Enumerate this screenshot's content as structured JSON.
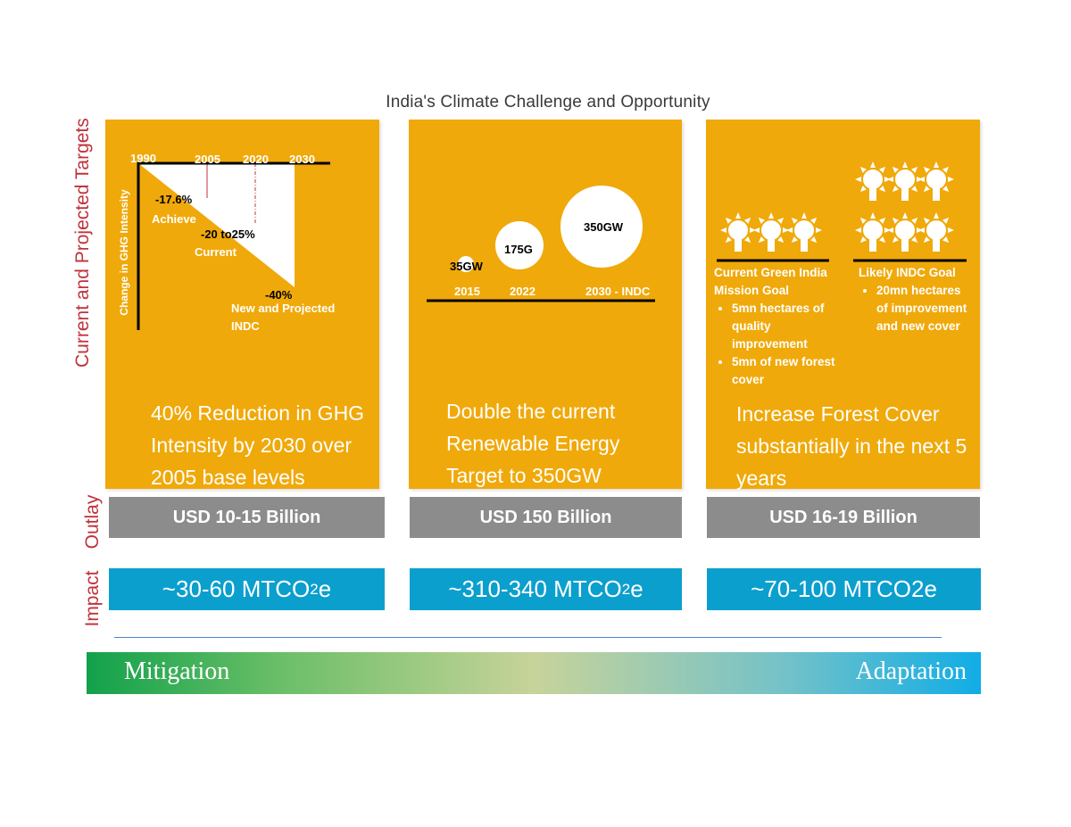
{
  "title": "India's Climate Challenge and Opportunity",
  "row_labels": {
    "targets": "Current and Projected Targets",
    "outlay": "Outlay",
    "impact": "Impact"
  },
  "panel1": {
    "years": [
      "1990",
      "2005",
      "2020",
      "2030"
    ],
    "ylabel": "Change in GHG Intensity",
    "points": [
      {
        "value": "-17.6%",
        "label": "Achieve"
      },
      {
        "value": "-20 to25%",
        "label": "Current"
      },
      {
        "value": "-40%",
        "label1": "New and Projected",
        "label2": "INDC"
      }
    ],
    "caption": [
      "40% Reduction in GHG",
      "Intensity by 2030 over",
      "2005 base levels"
    ]
  },
  "panel2": {
    "bubbles": [
      {
        "value": "35GW",
        "year": "2015"
      },
      {
        "value": "175G",
        "year": "2022"
      },
      {
        "value": "350GW",
        "year": "2030 - INDC"
      }
    ],
    "caption": [
      "Double the current",
      "Renewable Energy",
      "Target to 350GW"
    ]
  },
  "panel3": {
    "left_title": [
      "Current Green India",
      "Mission Goal"
    ],
    "left_bullets": [
      [
        "5mn hectares of",
        "quality",
        "improvement"
      ],
      [
        "5mn of new forest",
        "cover"
      ]
    ],
    "right_title": "Likely INDC Goal",
    "right_bullets": [
      [
        "20mn hectares",
        "of improvement",
        "and new cover"
      ]
    ],
    "caption": [
      "Increase Forest Cover",
      "substantially in the next 5",
      "years"
    ],
    "icon": "tree-icon"
  },
  "outlay": [
    "USD 10-15 Billion",
    "USD 150 Billion",
    "USD 16-19 Billion"
  ],
  "impact": [
    {
      "main": "~30-60 MTCO",
      "sub": "2",
      "tail": "e"
    },
    {
      "main": "~310-340 MTCO",
      "sub": "2",
      "tail": "e"
    },
    {
      "main": "~70-100 MTCO2e",
      "sub": "",
      "tail": ""
    }
  ],
  "spectrum": {
    "left": "Mitigation",
    "right": "Adaptation"
  },
  "colors": {
    "panel": "#f0a90a",
    "outlay": "#8c8c8c",
    "impact": "#0b9fce",
    "labels": "#c0323c",
    "gradient_start": "#12a14b",
    "gradient_end": "#10ade6"
  }
}
